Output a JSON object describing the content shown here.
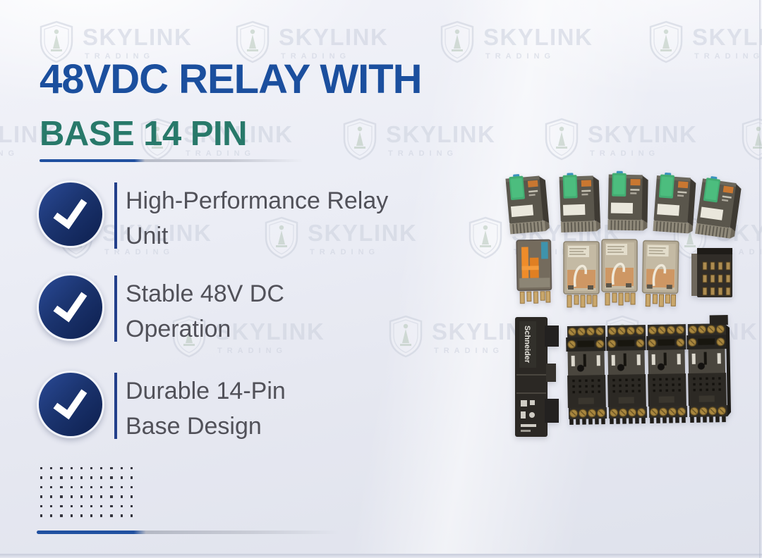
{
  "header": {
    "title_line1": "48VDC RELAY WITH",
    "title_line2": "BASE 14 PIN"
  },
  "features": [
    {
      "line1": "High-Performance Relay",
      "line2": "Unit"
    },
    {
      "line1": "Stable 48V DC",
      "line2": "Operation"
    },
    {
      "line1": "Durable 14-Pin",
      "line2": "Base Design"
    }
  ],
  "watermark": {
    "brand": "SKYLINK",
    "subtext": "TRADING"
  },
  "products": {
    "brand_label": "Schneider",
    "top_row_alt": "five relay units with green latch tabs",
    "middle_row_alt": "four clear-case relays and one 14-pin plug block",
    "bottom_row_alt": "14-pin relay base side view and four-base terminal assembly"
  },
  "colors": {
    "title_blue": "#1b4f9e",
    "title_teal": "#28796a",
    "badge_navy_dark": "#0d1f4e",
    "badge_navy_light": "#2a4a97",
    "accent_line_blue": "#2050a0",
    "body_text_gray": "#515159",
    "background": "#ecedf5",
    "relay_tab_green": "#43ad72",
    "relay_indicator_orange": "#c97731",
    "terminal_brass": "#a9873f"
  }
}
